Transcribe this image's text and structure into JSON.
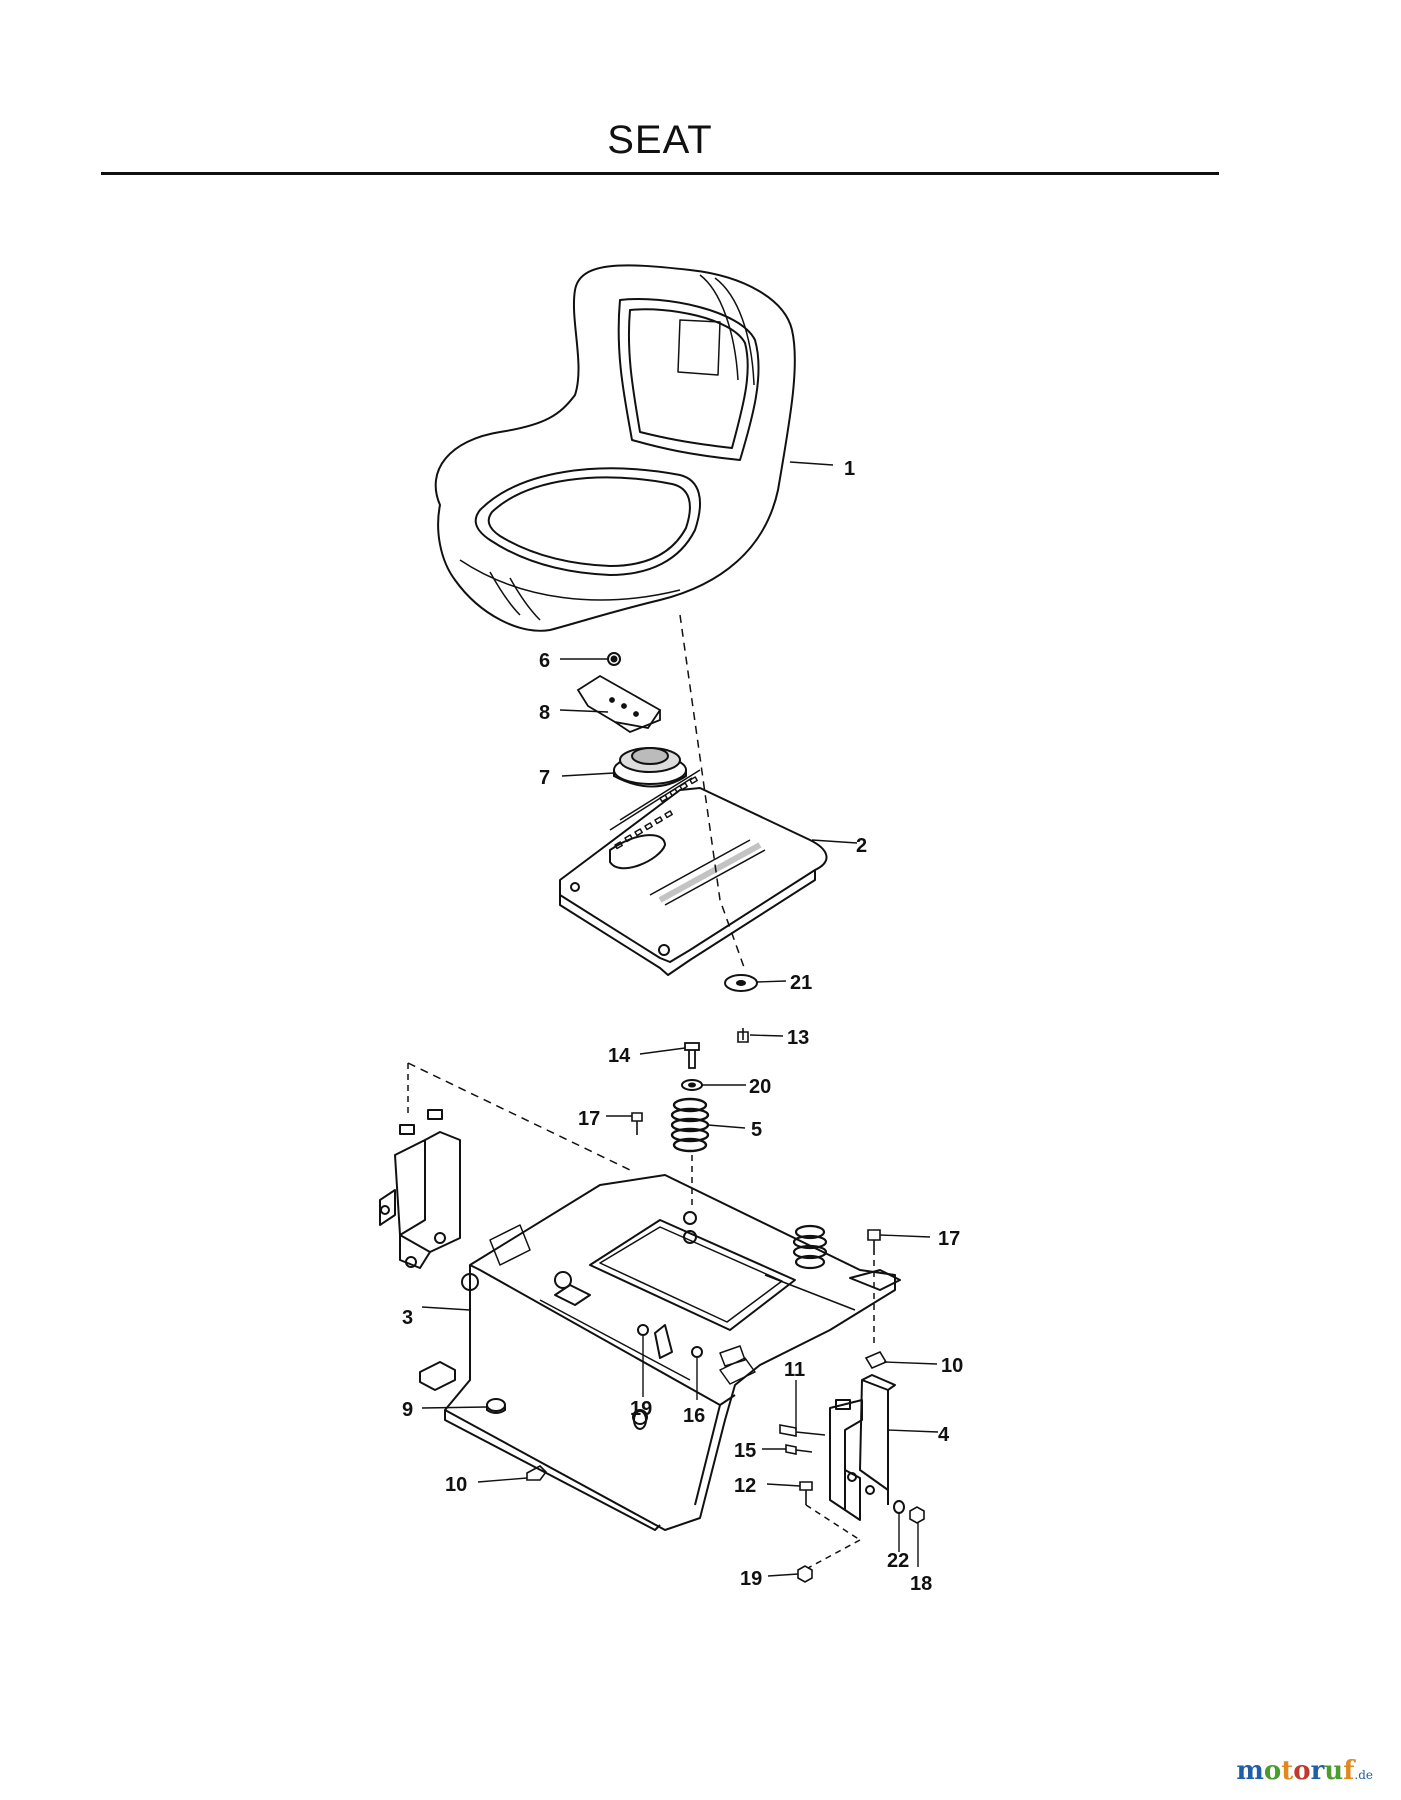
{
  "page": {
    "title": "SEAT"
  },
  "watermark": {
    "text": "motoruf",
    "suffix": ".de",
    "colors": [
      "#1f5fa8",
      "#4a9c2e",
      "#e08a1e",
      "#c0392b"
    ]
  },
  "callouts": {
    "c1": "1",
    "c2": "2",
    "c3": "3",
    "c4": "4",
    "c5": "5",
    "c6": "6",
    "c7": "7",
    "c8": "8",
    "c9": "9",
    "c10a": "10",
    "c10b": "10",
    "c11": "11",
    "c12": "12",
    "c13": "13",
    "c14": "14",
    "c15": "15",
    "c16": "16",
    "c17a": "17",
    "c17b": "17",
    "c18": "18",
    "c19a": "19",
    "c19b": "19",
    "c20": "20",
    "c21": "21",
    "c22": "22"
  }
}
